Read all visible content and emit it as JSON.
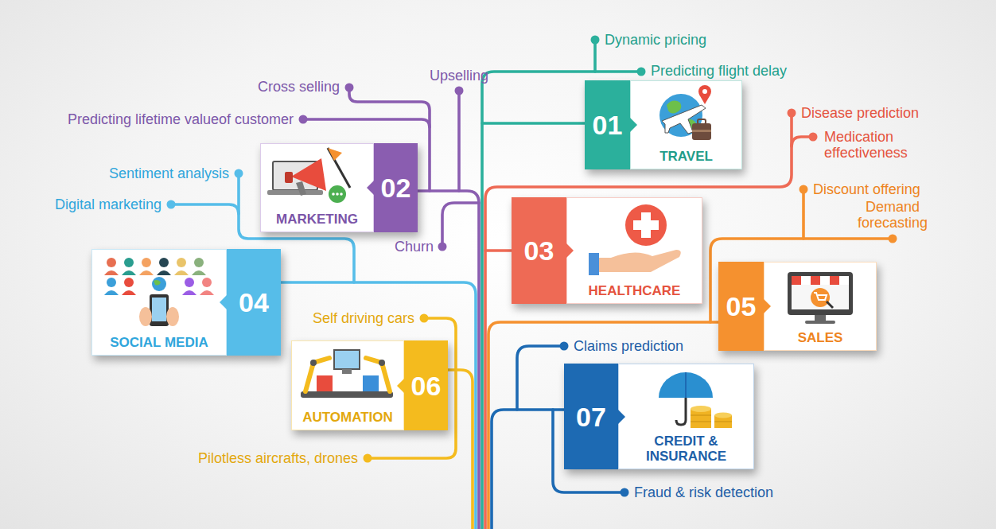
{
  "diagram": {
    "nodes": [
      {
        "text": [
          "01",
          "TRAVEL"
        ]
      },
      {
        "text": [
          "02",
          "MARKETING"
        ]
      },
      {
        "text": [
          "03",
          "HEALTHCARE"
        ]
      },
      {
        "text": [
          "04",
          "SOCIAL MEDIA"
        ]
      },
      {
        "text": [
          "05",
          "SALES"
        ]
      },
      {
        "text": [
          "06",
          "AUTOMATION"
        ]
      },
      {
        "text": [
          "07",
          "CREDIT & INSURANCE"
        ]
      }
    ],
    "labels": [
      "Dynamic pricing",
      "Predicting flight delay",
      "Cross selling",
      "Upselling",
      "Predicting lifetime valueof customer",
      "Churn",
      "Disease prediction",
      "Medication effectiveness",
      "Sentiment analysis",
      "Digital marketing",
      "Discount offering",
      "Demand forecasting",
      "Self driving cars",
      "Pilotless aircrafts, drones",
      "Claims prediction",
      "Fraud & risk detection"
    ]
  }
}
